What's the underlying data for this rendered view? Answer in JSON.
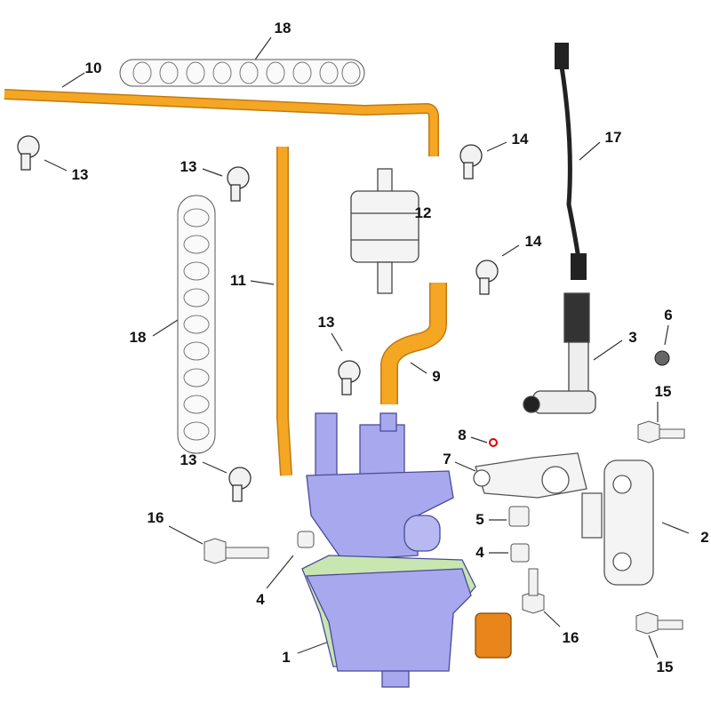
{
  "callouts": [
    {
      "id": "c0",
      "text": "18"
    },
    {
      "id": "c1",
      "text": "10"
    },
    {
      "id": "c2",
      "text": "13"
    },
    {
      "id": "c3",
      "text": "13"
    },
    {
      "id": "c4",
      "text": "14"
    },
    {
      "id": "c5",
      "text": "17"
    },
    {
      "id": "c6",
      "text": "12"
    },
    {
      "id": "c7",
      "text": "14"
    },
    {
      "id": "c8",
      "text": "11"
    },
    {
      "id": "c9",
      "text": "18"
    },
    {
      "id": "c10",
      "text": "13"
    },
    {
      "id": "c11",
      "text": "3"
    },
    {
      "id": "c12",
      "text": "6"
    },
    {
      "id": "c13",
      "text": "9"
    },
    {
      "id": "c14",
      "text": "15"
    },
    {
      "id": "c15",
      "text": "8"
    },
    {
      "id": "c16",
      "text": "7"
    },
    {
      "id": "c17",
      "text": "13"
    },
    {
      "id": "c18",
      "text": "16"
    },
    {
      "id": "c19",
      "text": "5"
    },
    {
      "id": "c20",
      "text": "2"
    },
    {
      "id": "c21",
      "text": "4"
    },
    {
      "id": "c22",
      "text": "4"
    },
    {
      "id": "c23",
      "text": "16"
    },
    {
      "id": "c24",
      "text": "1"
    },
    {
      "id": "c25",
      "text": "15"
    }
  ],
  "colors": {
    "hose": "#f5a623",
    "pump": "#a8a8ee",
    "gasket": "#c8e6b0",
    "connector": "#e8861c",
    "part": "#f2f2f2"
  }
}
